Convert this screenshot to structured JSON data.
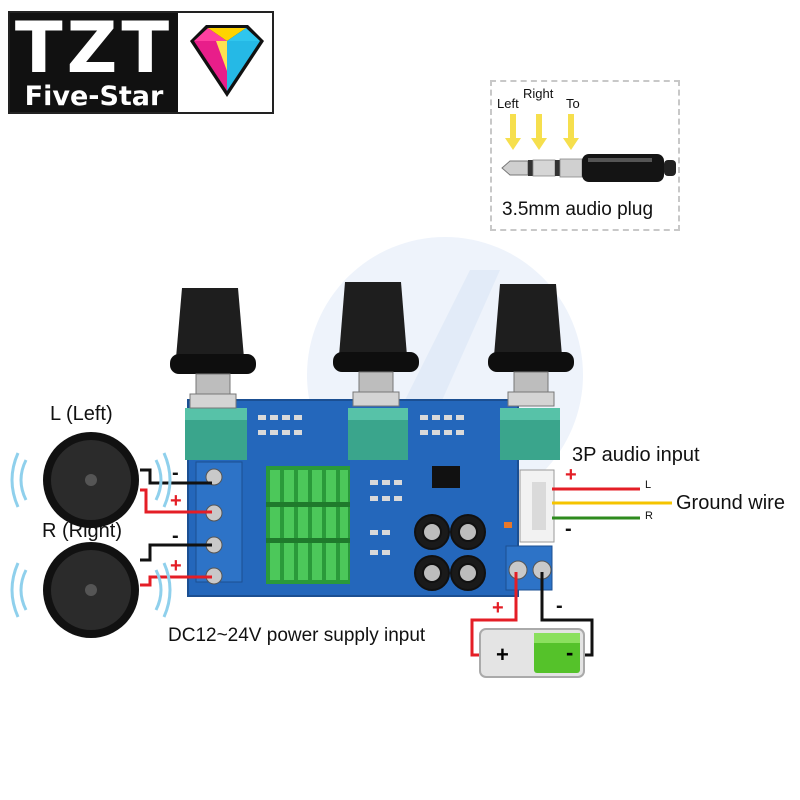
{
  "logo": {
    "line1": "TZT",
    "line2": "Five-Star"
  },
  "plug": {
    "left": "Left",
    "right": "Right",
    "to": "To",
    "caption": "3.5mm audio plug"
  },
  "speakers": {
    "left_label": "L (Left)",
    "right_label": "R (Right)"
  },
  "inputs": {
    "audio_3p": "3P audio input",
    "ground": "Ground wire",
    "ch_l": "L",
    "ch_r": "R",
    "plus": "+",
    "minus": "-"
  },
  "power": {
    "caption": "DC12~24V power supply input",
    "plus": "+",
    "minus": "-"
  },
  "board": {
    "knob_count": 3
  },
  "colors": {
    "wire_red": "#e41e26",
    "wire_black": "#111111",
    "wire_yellow": "#f5c400",
    "wire_green": "#2e8b1e",
    "board_blue": "#2266b8",
    "heatsink_green": "#3cb54a",
    "battery_green": "#55c22a"
  },
  "icons": [
    "diamond-icon",
    "audio-plug-icon",
    "speaker-icon",
    "battery-icon",
    "potentiometer-knob-icon",
    "heatsink-icon"
  ]
}
